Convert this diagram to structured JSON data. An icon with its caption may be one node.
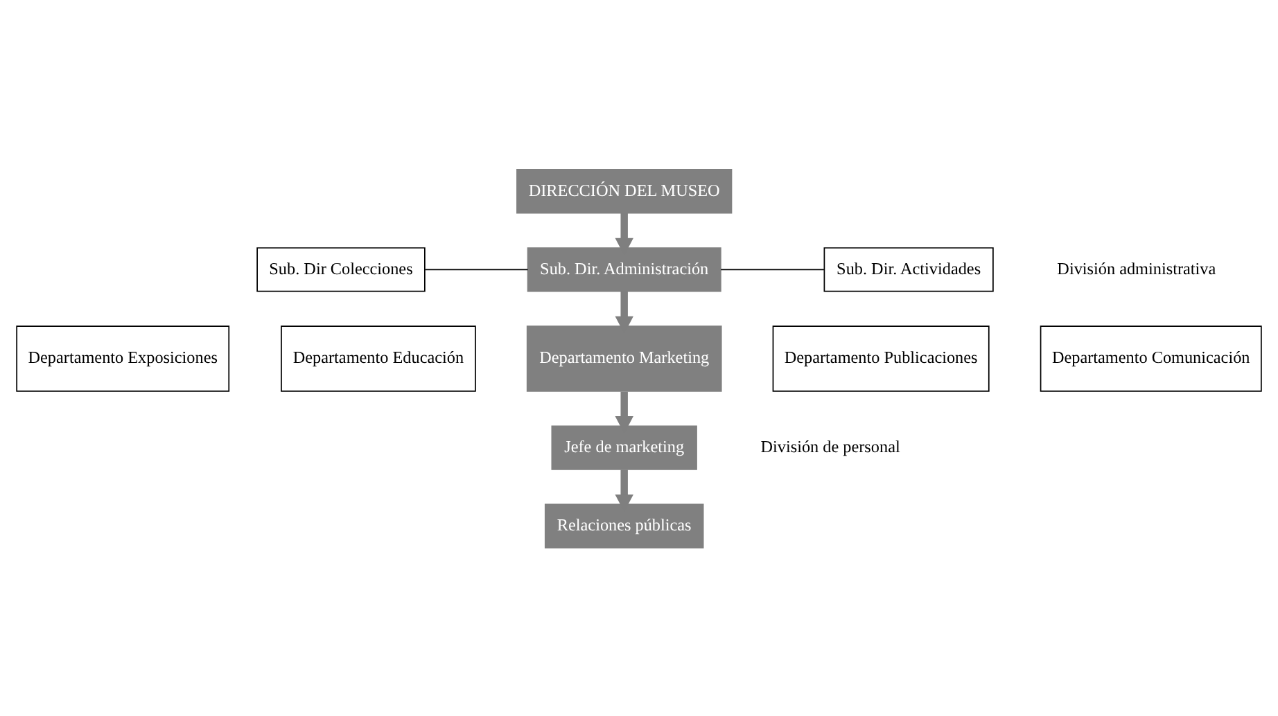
{
  "diagram": {
    "nodes": [
      {
        "text": [
          "DIRECCIÓN DEL MUSEO"
        ]
      },
      {
        "text": [
          "Sub. Dir Colecciones"
        ]
      },
      {
        "text": [
          "Sub. Dir. Administración"
        ]
      },
      {
        "text": [
          "Sub. Dir. Actividades"
        ]
      },
      {
        "text": [
          "Departamento Exposiciones"
        ]
      },
      {
        "text": [
          "Departamento Educación"
        ]
      },
      {
        "text": [
          "Departamento Marketing"
        ]
      },
      {
        "text": [
          "Departamento Publicaciones"
        ]
      },
      {
        "text": [
          "Departamento Comunicación"
        ]
      },
      {
        "text": [
          "Jefe de marketing"
        ]
      },
      {
        "text": [
          "Relaciones públicas"
        ]
      }
    ],
    "edges": [
      {
        "from": 0,
        "to": 2,
        "arrow": "to"
      },
      {
        "from": 1,
        "to": 2,
        "arrow": "none",
        "color": "#000000"
      },
      {
        "from": 2,
        "to": 3,
        "arrow": "none",
        "color": "#000000"
      },
      {
        "from": 2,
        "to": 6,
        "arrow": "to"
      },
      {
        "from": 6,
        "to": 9,
        "arrow": "to"
      },
      {
        "from": 9,
        "to": 10,
        "arrow": "to"
      }
    ],
    "labels": [
      "División administrativa",
      "División de personal"
    ]
  }
}
